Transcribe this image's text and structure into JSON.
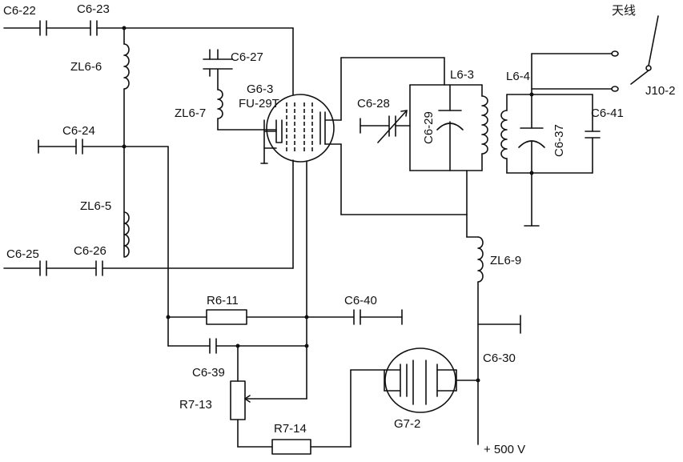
{
  "labels": {
    "c6_22": "C6-22",
    "c6_23": "C6-23",
    "c6_24": "C6-24",
    "c6_25": "C6-25",
    "c6_26": "C6-26",
    "c6_27": "C6-27",
    "c6_28": "C6-28",
    "c6_29": "C6-29",
    "c6_30": "C6-30",
    "c6_37": "C6-37",
    "c6_39": "C6-39",
    "c6_40": "C6-40",
    "c6_41": "C6-41",
    "zl6_5": "ZL6-5",
    "zl6_6": "ZL6-6",
    "zl6_7": "ZL6-7",
    "zl6_9": "ZL6-9",
    "l6_3": "L6-3",
    "l6_4": "L6-4",
    "g6_3": "G6-3",
    "fu29t": "FU-29T",
    "g7_2": "G7-2",
    "r6_11": "R6-11",
    "r7_13": "R7-13",
    "r7_14": "R7-14",
    "antenna": "天线",
    "j10_2": "J10-2",
    "supply": "+ 500 V"
  }
}
